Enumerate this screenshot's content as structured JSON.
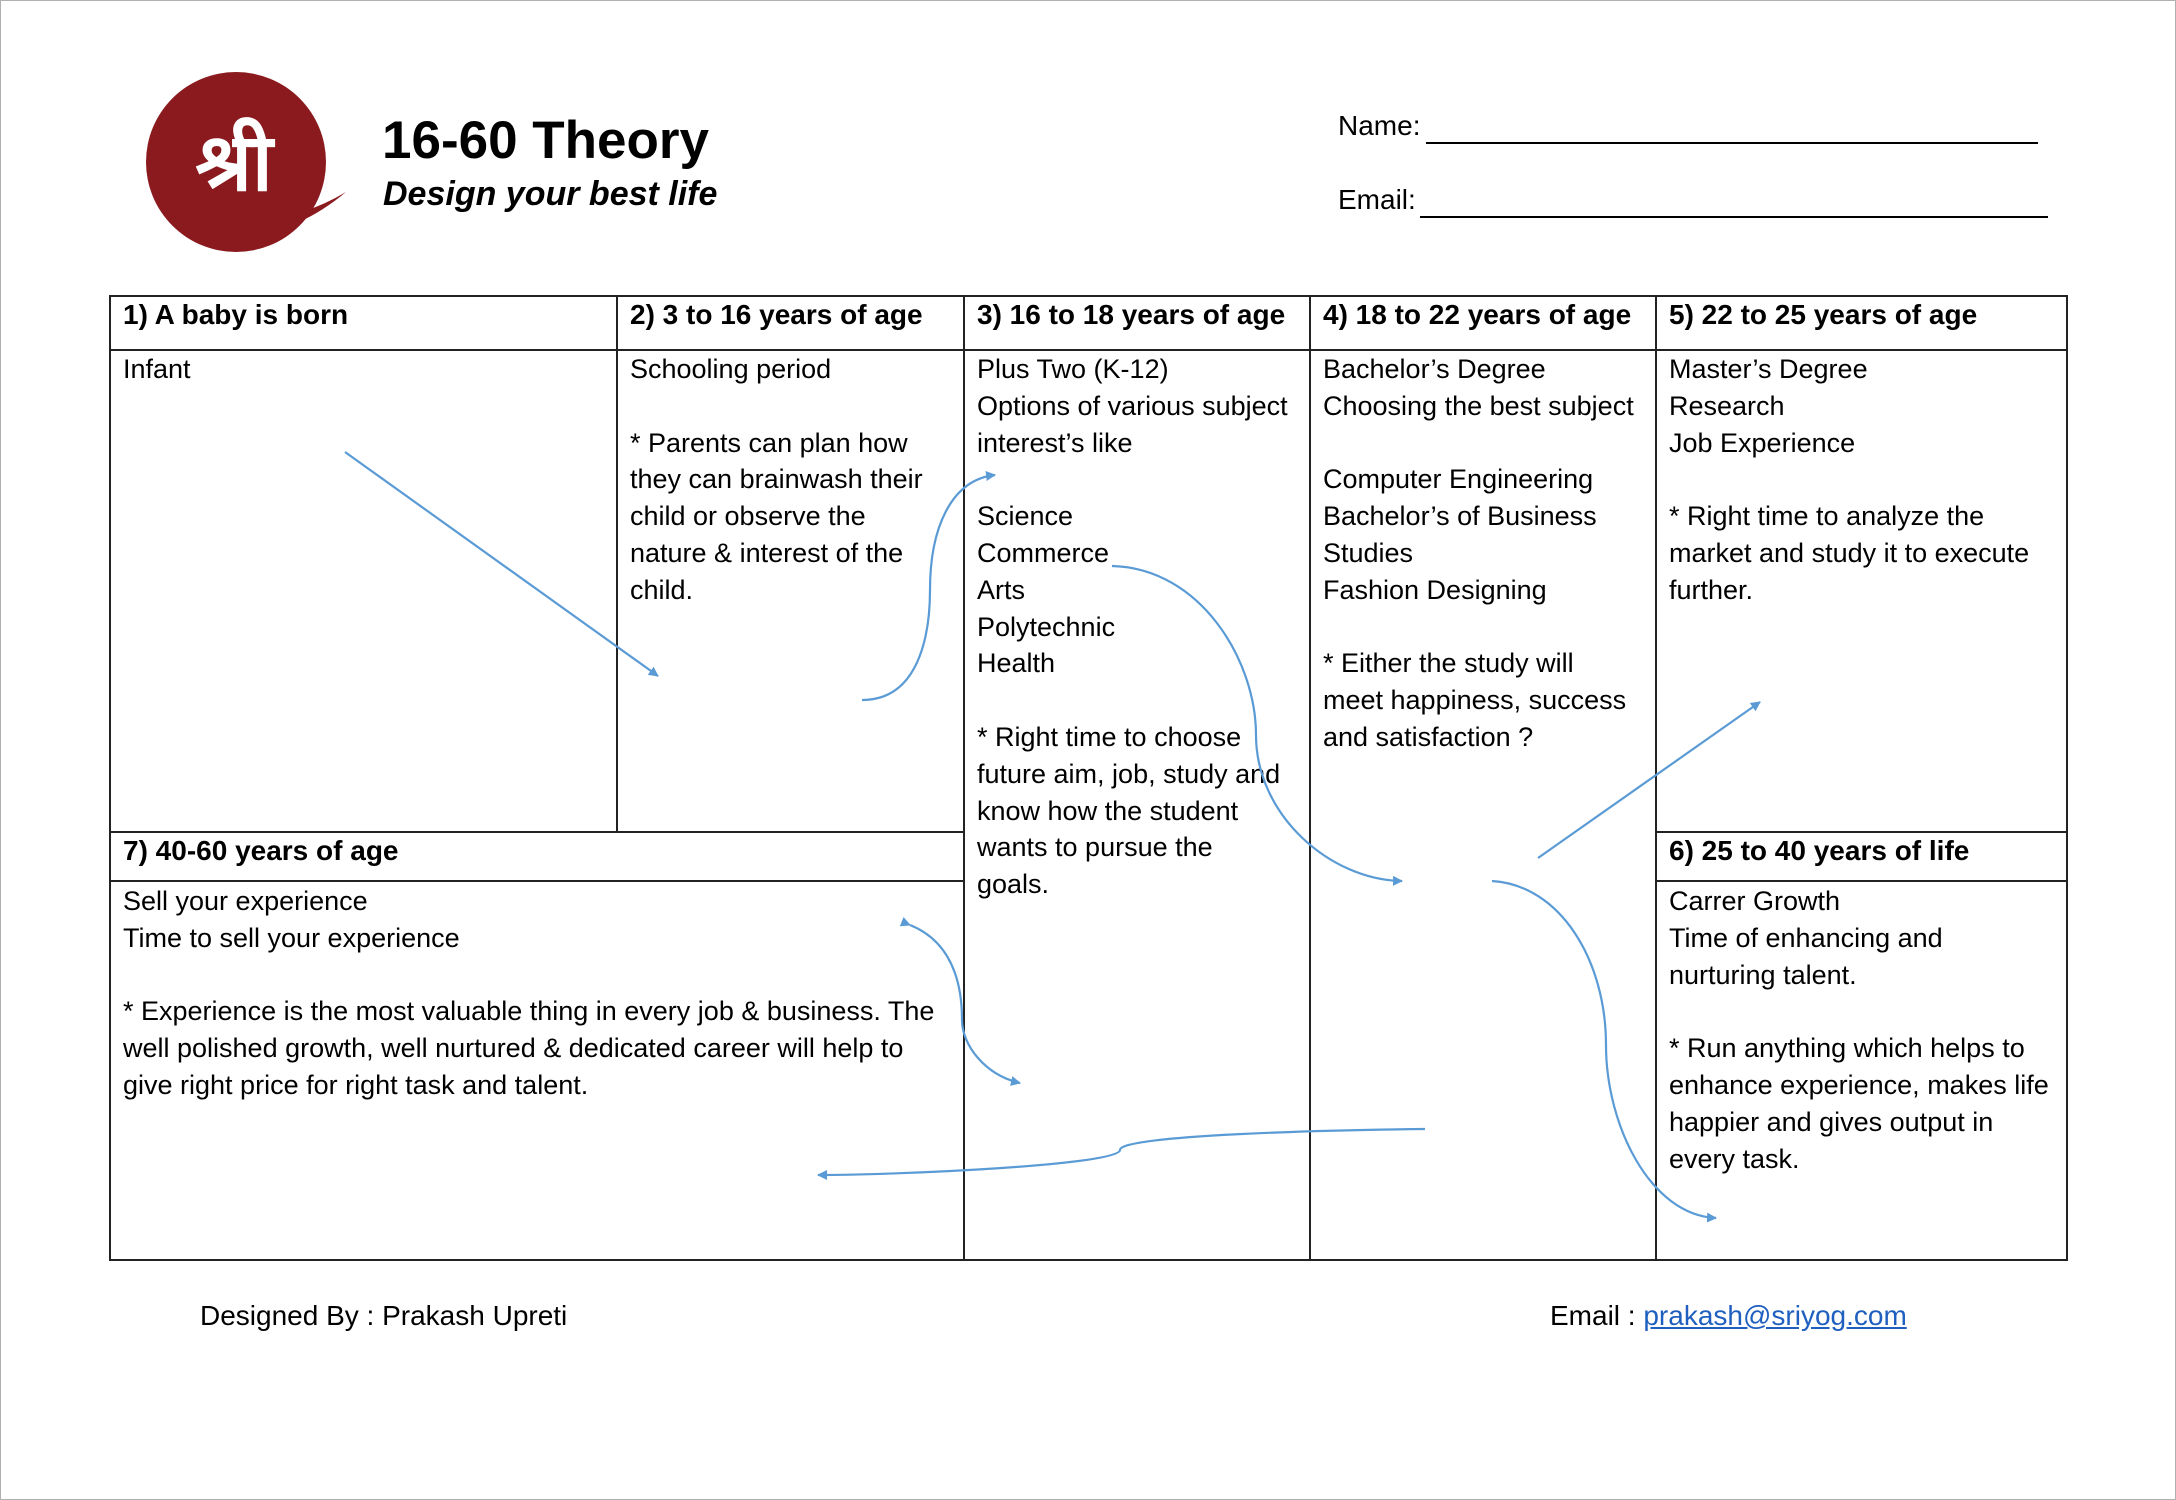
{
  "brand": {
    "logo_glyph": "श्री",
    "logo_color": "#8b1a1f",
    "title": "16-60 Theory",
    "subtitle": "Design your best life"
  },
  "form": {
    "name_label": "Name:",
    "email_label": "Email:"
  },
  "stages": [
    {
      "heading": "1) A baby is born",
      "text": "Infant"
    },
    {
      "heading": "2) 3 to 16 years of age",
      "text": "Schooling period\n\n* Parents can plan how\nthey can brainwash their\nchild or observe the\nnature & interest of the\nchild."
    },
    {
      "heading": "3) 16 to 18 years of age",
      "text": "Plus Two (K-12)\nOptions of various subject\ninterest’s like\n\nScience\nCommerce\nArts\nPolytechnic\nHealth\n\n* Right time to choose\nfuture aim, job, study and\nknow how the student\nwants to pursue the\ngoals."
    },
    {
      "heading": "4) 18 to 22 years of age",
      "text": "Bachelor’s Degree\nChoosing the best subject\n\nComputer Engineering\nBachelor’s of Business\nStudies\nFashion Designing\n\n* Either the study will\nmeet happiness, success\nand satisfaction ?"
    },
    {
      "heading": "5) 22 to 25 years of age",
      "text": "Master’s Degree\nResearch\nJob Experience\n\n* Right time to analyze the\nmarket and study it to execute\nfurther."
    },
    {
      "heading": "6) 25 to 40 years of life",
      "text": "Carrer Growth\nTime of enhancing and\nnurturing talent.\n\n* Run anything which helps to\nenhance experience, makes life\nhappier and gives output in\nevery task."
    },
    {
      "heading": "7) 40-60 years of age",
      "text": "Sell your experience\nTime to sell your experience\n\n* Experience is the most valuable thing in every job & business. The\nwell polished growth, well nurtured & dedicated career will help to\ngive right price for right task and talent."
    }
  ],
  "footer": {
    "designer": "Designed By : Prakash Upreti",
    "email_label": "Email :",
    "email": "prakash@sriyog.com"
  },
  "colors": {
    "arrow": "#5b9bd5",
    "link": "#1f5fbf",
    "logo": "#8b1a1f"
  }
}
